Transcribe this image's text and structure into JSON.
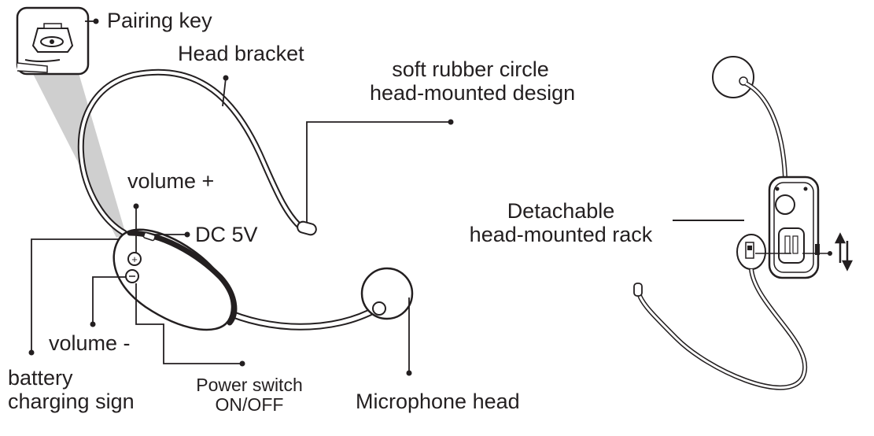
{
  "labels": {
    "pairing_key": "Pairing key",
    "head_bracket": "Head bracket",
    "soft_rubber_line1": "soft rubber circle",
    "soft_rubber_line2": "head-mounted design",
    "volume_plus": "volume +",
    "dc_5v": "DC 5V",
    "detachable_line1": "Detachable",
    "detachable_line2": "head-mounted rack",
    "volume_minus": "volume -",
    "battery_line1": "battery",
    "battery_line2": "charging sign",
    "power_switch_line1": "Power  switch",
    "power_switch_line2": "ON/OFF",
    "microphone_head": "Microphone head"
  },
  "colors": {
    "line": "#231f20",
    "callout_cone": "#cfcfcf",
    "background": "#ffffff"
  }
}
